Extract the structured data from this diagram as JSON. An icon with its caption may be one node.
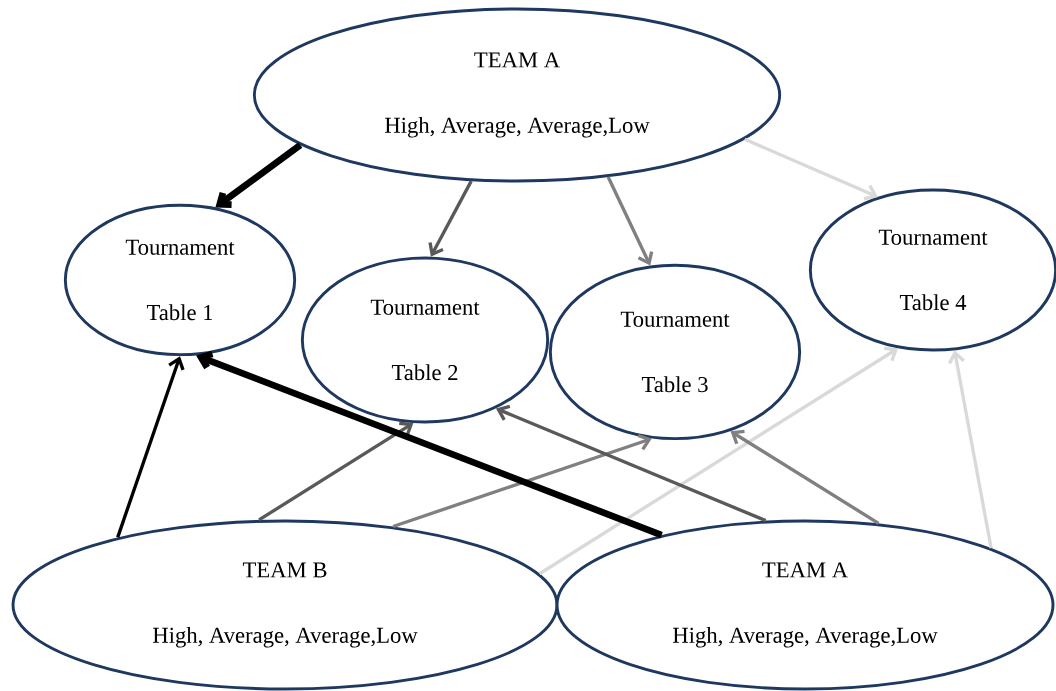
{
  "diagram": {
    "nodes": [
      {
        "text": [
          "TEAM A",
          "High, Average, Average,Low"
        ]
      },
      {
        "text": [
          "Tournament",
          "Table 1"
        ]
      },
      {
        "text": [
          "Tournament",
          "Table 2"
        ]
      },
      {
        "text": [
          "Tournament",
          "Table 3"
        ]
      },
      {
        "text": [
          "Tournament",
          "Table 4"
        ]
      },
      {
        "text": [
          "TEAM B",
          "High, Average, Average,Low"
        ]
      },
      {
        "text": [
          "TEAM A",
          "High, Average, Average,Low"
        ]
      }
    ],
    "edges": [
      {
        "from": 0,
        "to": 1,
        "arrow": "to",
        "style": "thick",
        "color": "#000000"
      },
      {
        "from": 0,
        "to": 2,
        "arrow": "to",
        "color": "#595959"
      },
      {
        "from": 0,
        "to": 3,
        "arrow": "to",
        "color": "#808080"
      },
      {
        "from": 0,
        "to": 4,
        "arrow": "to",
        "color": "#d9d9d9"
      },
      {
        "from": 5,
        "to": 1,
        "arrow": "to",
        "color": "#000000"
      },
      {
        "from": 5,
        "to": 2,
        "arrow": "to",
        "color": "#595959"
      },
      {
        "from": 5,
        "to": 3,
        "arrow": "to",
        "color": "#808080"
      },
      {
        "from": 5,
        "to": 4,
        "arrow": "to",
        "color": "#d9d9d9"
      },
      {
        "from": 6,
        "to": 1,
        "arrow": "to",
        "style": "thick",
        "color": "#000000"
      },
      {
        "from": 6,
        "to": 2,
        "arrow": "to",
        "color": "#595959"
      },
      {
        "from": 6,
        "to": 3,
        "arrow": "to",
        "color": "#808080"
      },
      {
        "from": 6,
        "to": 4,
        "arrow": "to",
        "color": "#d9d9d9"
      }
    ]
  }
}
